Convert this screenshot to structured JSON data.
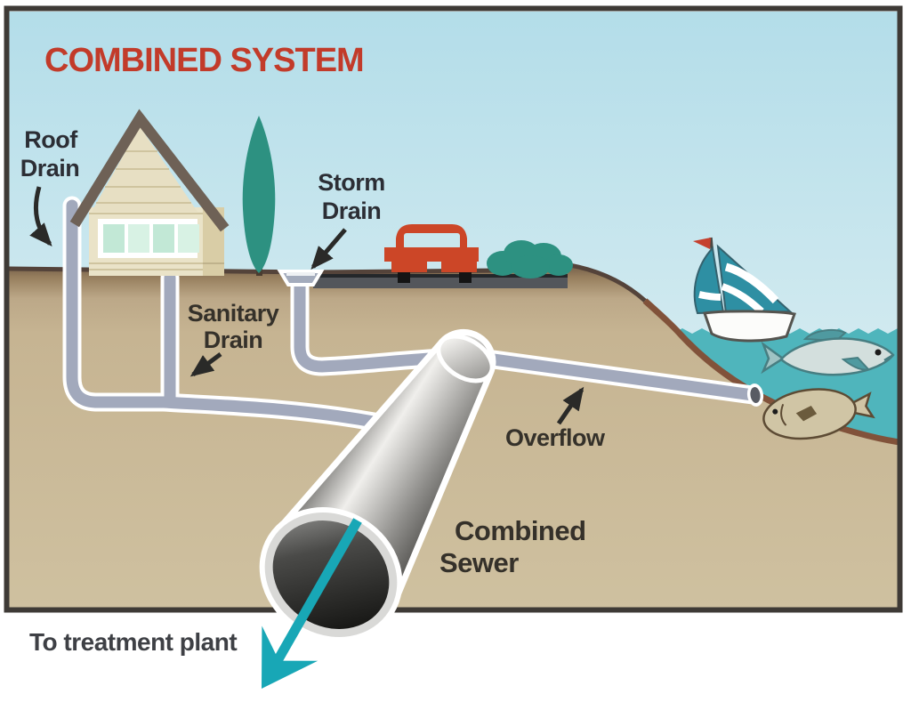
{
  "title": "COMBINED SYSTEM",
  "labels": {
    "roof_drain": {
      "line1": "Roof",
      "line2": "Drain"
    },
    "storm_drain": {
      "line1": "Storm",
      "line2": "Drain"
    },
    "sanitary_drain": {
      "line1": "Sanitary",
      "line2": "Drain"
    },
    "overflow": "Overflow",
    "combined_sewer": {
      "line1": "Combined",
      "line2": "Sewer"
    },
    "to_treatment_plant": "To treatment plant"
  },
  "colors": {
    "title": "#c23b2a",
    "label_text": "#2c2e35",
    "sky_top": "#b3dde9",
    "sky_bottom": "#e9f4f5",
    "ground": "#c6b492",
    "water": "#4fb5bc",
    "pipe": "#a2a9bc",
    "pipe_casing": "#ffffff",
    "sewer_flow_arrow": "#18a7b6",
    "house_siding": "#eae3c8",
    "roof_trim": "#6e6156",
    "tree": "#2d9181",
    "bush": "#2d9181",
    "car": "#cc4627",
    "road": "#53565b",
    "frame_border": "#3e3a36"
  }
}
